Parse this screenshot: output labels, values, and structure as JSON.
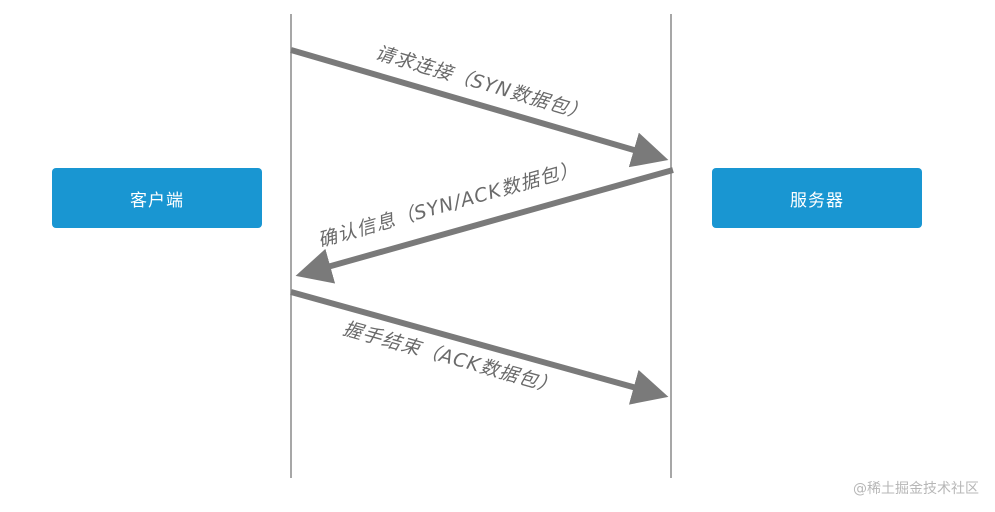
{
  "colors": {
    "box_fill": "#1996d2",
    "arrow": "#7a7a7a",
    "lifeline": "#8a8a8a",
    "label_text": "#6a6a6a"
  },
  "client": {
    "label": "客户端"
  },
  "server": {
    "label": "服务器"
  },
  "messages": [
    {
      "label": "请求连接（SYN数据包）",
      "direction": "client-to-server"
    },
    {
      "label": "确认信息（SYN/ACK数据包）",
      "direction": "server-to-client"
    },
    {
      "label": "握手结束（ACK数据包）",
      "direction": "client-to-server"
    }
  ],
  "watermark": "@稀土掘金技术社区"
}
